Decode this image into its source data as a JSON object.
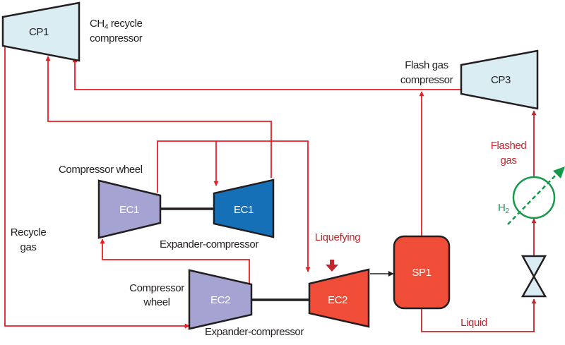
{
  "colors": {
    "flow_line": "#ec1c24",
    "flow_line_dark": "#c1272d",
    "compressor_fill": "#daedf2",
    "wheel_fill": "#a5a3d1",
    "expander_blue": "#1570b8",
    "expander_red": "#ef4d38",
    "separator_fill": "#ef4d38",
    "heater_green": "#139a4a",
    "outline": "#231f20"
  },
  "units": {
    "cp1": {
      "label": "CP1",
      "description_line1": "CH",
      "description_sub": "4",
      "description_line1_rest": " recycle",
      "description_line2": "compressor"
    },
    "cp3": {
      "label": "CP3",
      "description_line1": "Flash gas",
      "description_line2": "compressor"
    },
    "ec1_wheel": {
      "label": "EC1",
      "description": "Compressor wheel"
    },
    "ec1_expander": {
      "label": "EC1",
      "description": "Expander-compressor"
    },
    "ec2_wheel": {
      "label": "EC2",
      "description_line1": "Compressor",
      "description_line2": "wheel"
    },
    "ec2_expander": {
      "label": "EC2",
      "description": "Expander-compressor"
    },
    "sp1": {
      "label": "SP1"
    }
  },
  "streams": {
    "recycle_gas_line1": "Recycle",
    "recycle_gas_line2": "gas",
    "liquefying": "Liquefying",
    "liquid": "Liquid",
    "flashed_gas_line1": "Flashed",
    "flashed_gas_line2": "gas",
    "h2_main": "H",
    "h2_sub": "2"
  }
}
